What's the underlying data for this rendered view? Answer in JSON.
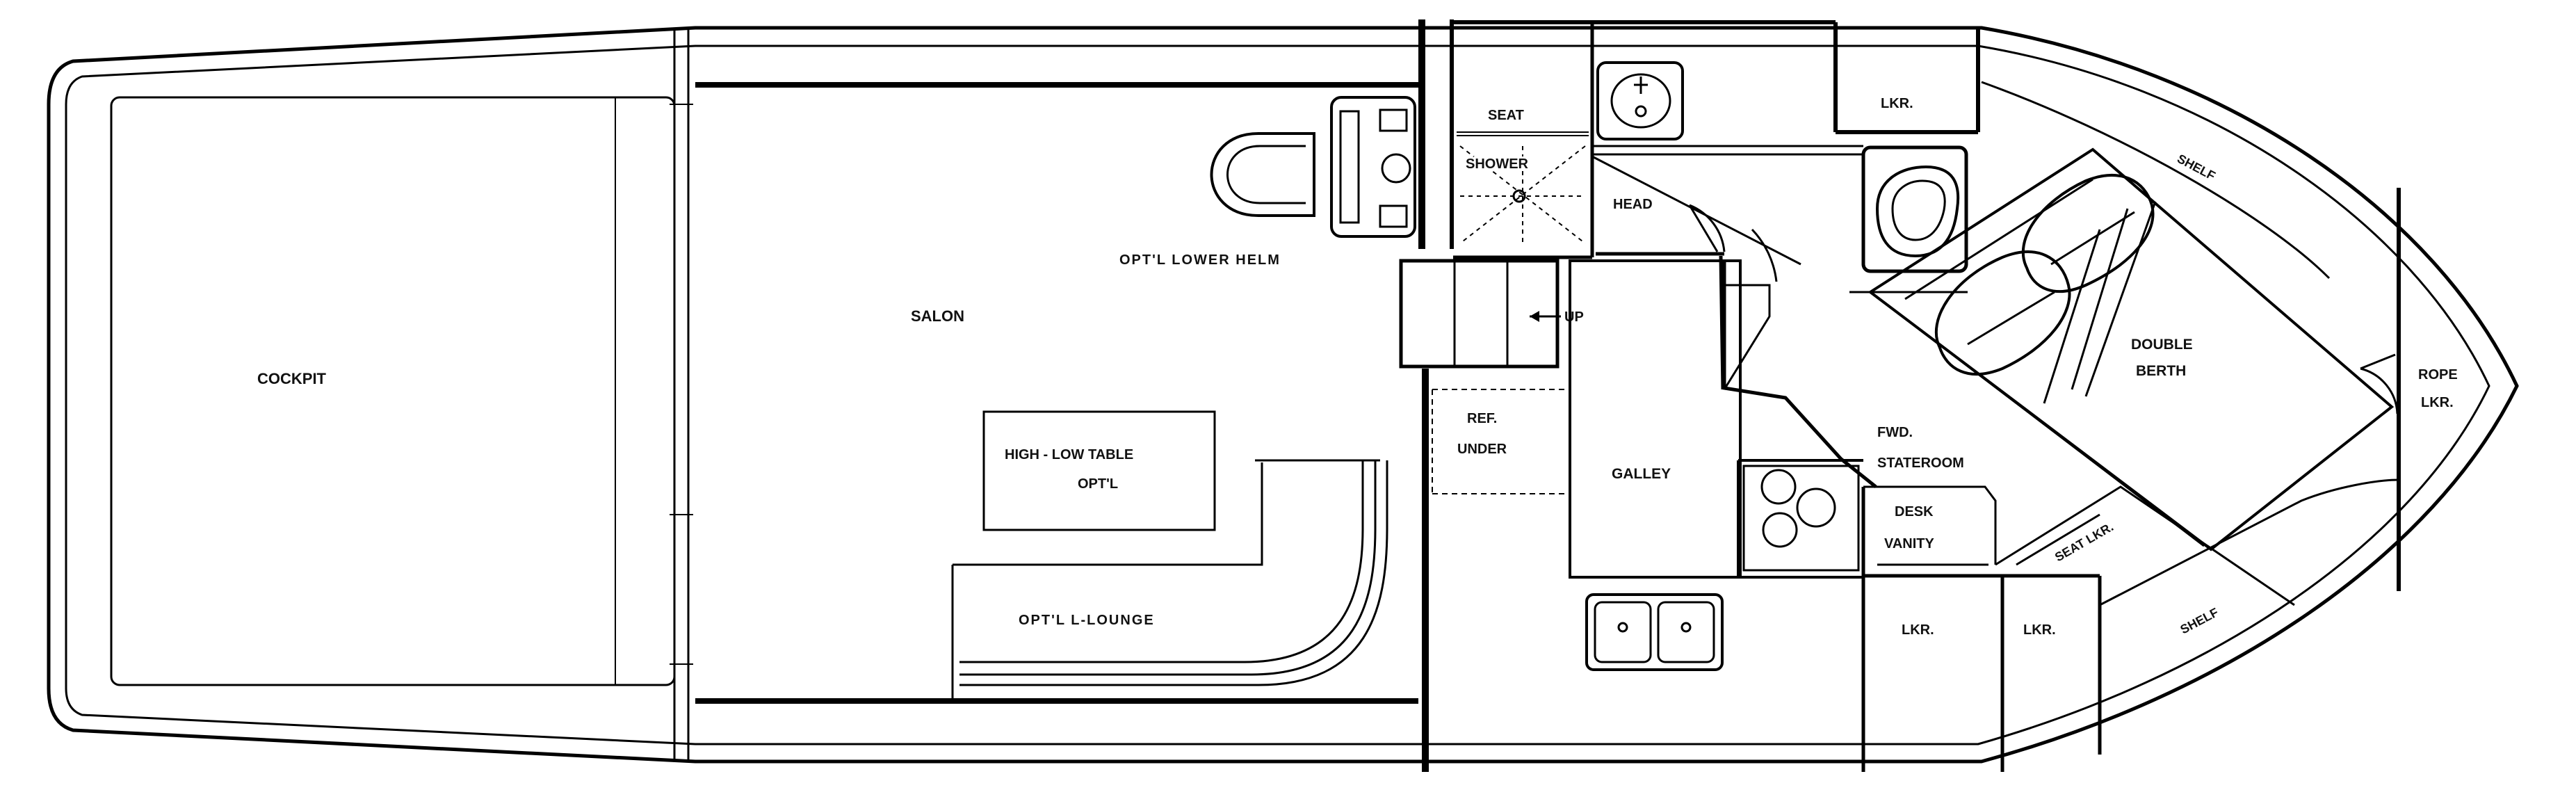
{
  "labels": {
    "cockpit": "COCKPIT",
    "salon": "SALON",
    "lower_helm": "OPT'L LOWER HELM",
    "table_line1": "HIGH - LOW TABLE",
    "table_line2": "OPT'L",
    "lounge": "OPT'L L-LOUNGE",
    "seat": "SEAT",
    "shower": "SHOWER",
    "head": "HEAD",
    "up": "UP",
    "ref_line1": "REF.",
    "ref_line2": "UNDER",
    "galley": "GALLEY",
    "lkr_top": "LKR.",
    "shelf_upper": "SHELF",
    "shelf_lower": "SHELF",
    "double_line1": "DOUBLE",
    "double_line2": "BERTH",
    "rope_line1": "ROPE",
    "rope_line2": "LKR.",
    "fwd_line1": "FWD.",
    "fwd_line2": "STATEROOM",
    "desk_line1": "DESK",
    "desk_line2": "VANITY",
    "seat_lkr": "SEAT LKR.",
    "lkr_bottom_1": "LKR.",
    "lkr_bottom_2": "LKR."
  }
}
